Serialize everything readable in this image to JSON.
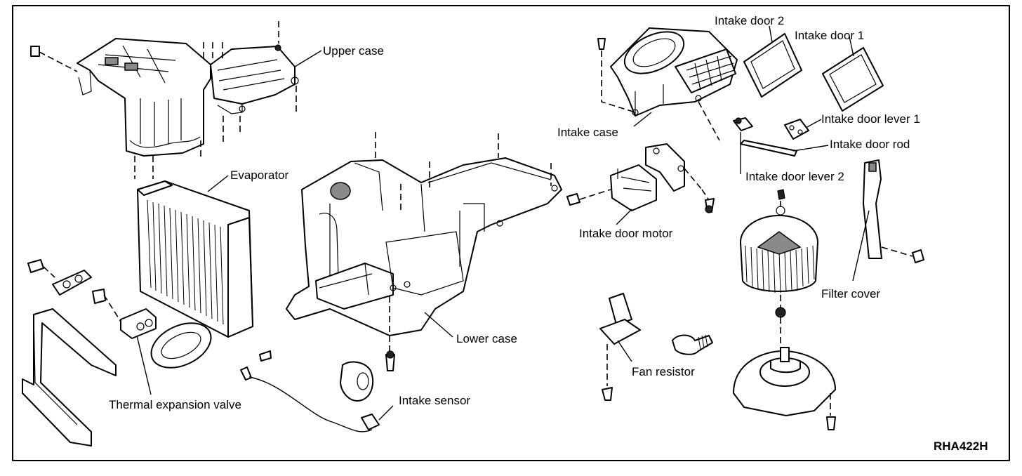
{
  "labels": {
    "upper_case": "Upper case",
    "evaporator": "Evaporator",
    "intake_case": "Intake case",
    "intake_door_2": "Intake door 2",
    "intake_door_1": "Intake door 1",
    "intake_door_lever_1": "Intake door lever 1",
    "intake_door_rod": "Intake door rod",
    "intake_door_lever_2": "Intake door lever 2",
    "intake_door_motor": "Intake door motor",
    "lower_case": "Lower case",
    "filter_cover": "Filter cover",
    "fan_resistor": "Fan resistor",
    "thermal_expansion_valve": "Thermal expansion valve",
    "intake_sensor": "Intake sensor"
  },
  "figure_code": "RHA422H"
}
